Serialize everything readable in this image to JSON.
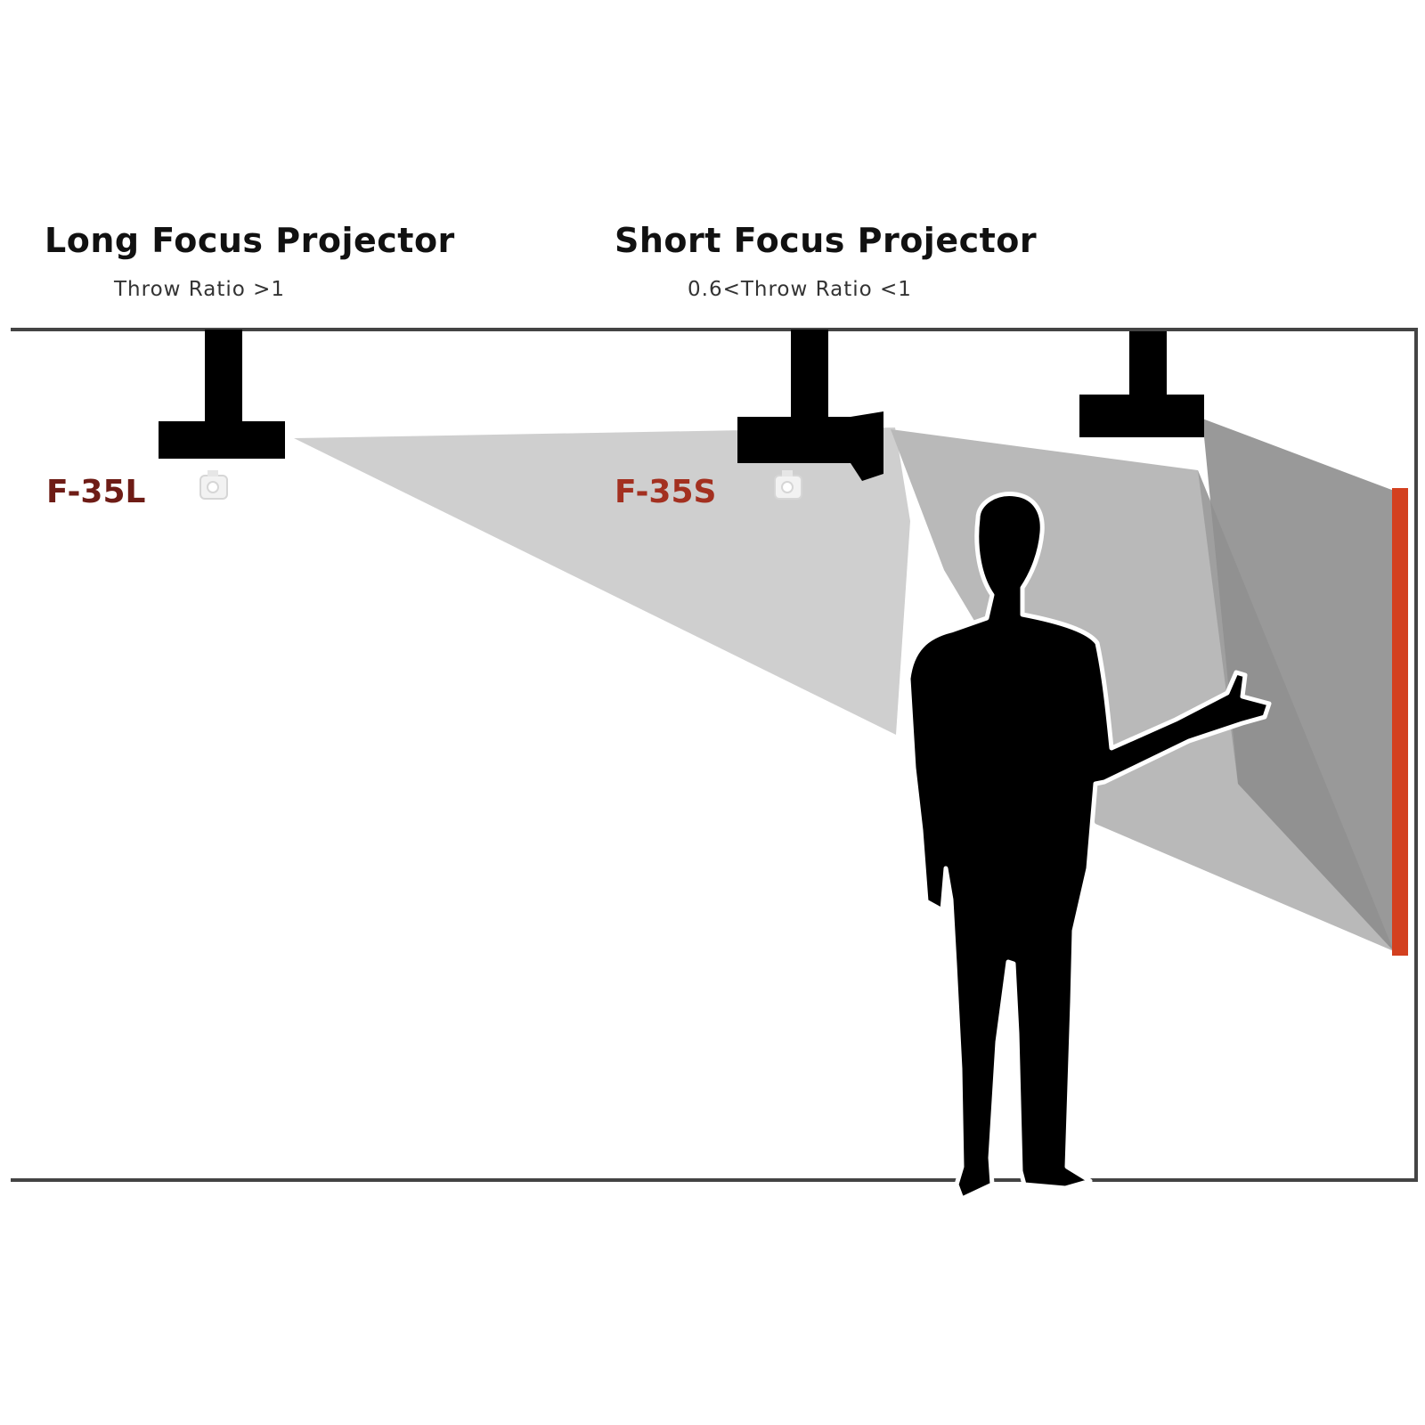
{
  "long_focus": {
    "title": "Long Focus Projector",
    "throw_ratio": "Throw Ratio >1",
    "model": "F-35L"
  },
  "short_focus": {
    "title": "Short Focus Projector",
    "throw_ratio": "0.6<Throw Ratio <1",
    "model": "F-35S"
  },
  "colors": {
    "projector": "#000000",
    "long_beam": "#cfcfcf",
    "short_beam": "#b9b9b9",
    "ultra_short_beam": "#999999",
    "screen": "#d3401f",
    "room_outline": "#444444",
    "presenter": "#000000"
  },
  "icons": [
    "projector-icon",
    "person-silhouette-icon"
  ]
}
